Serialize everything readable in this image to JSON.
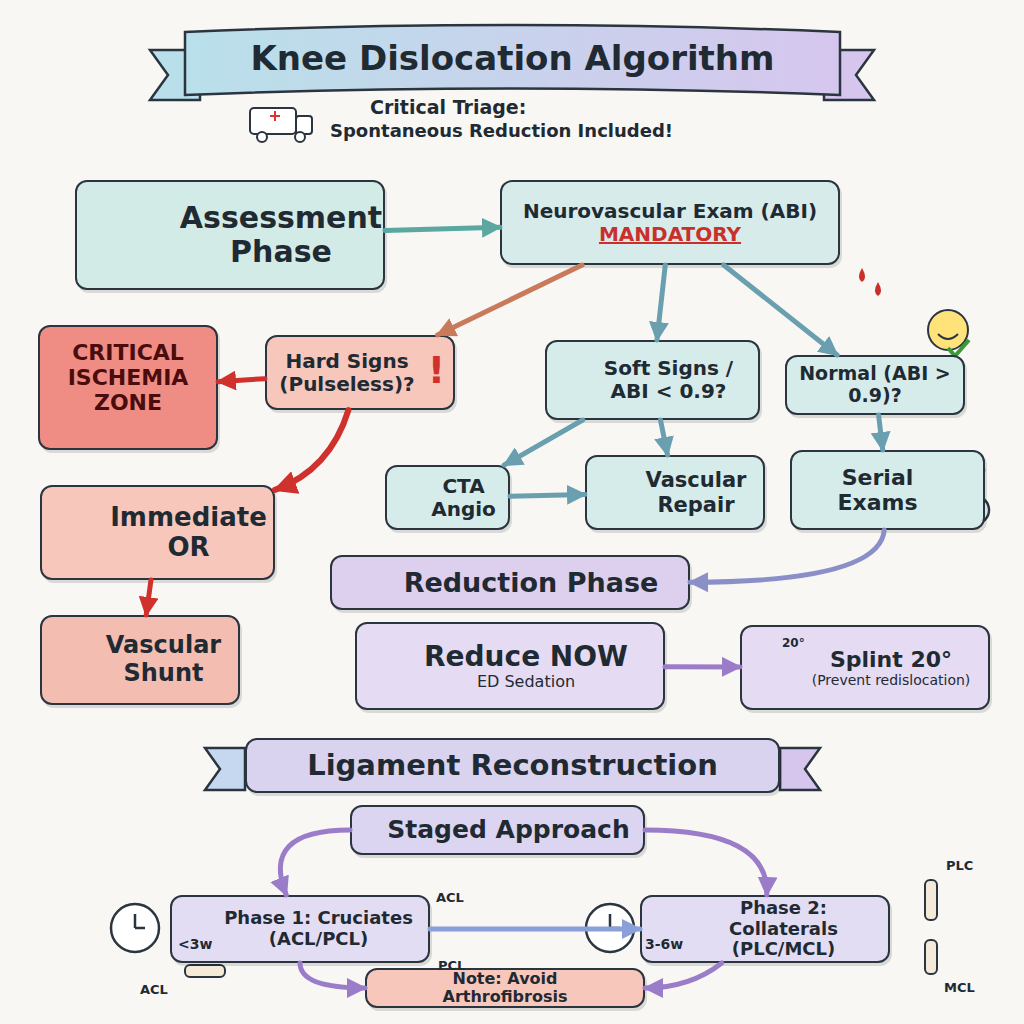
{
  "diagram": {
    "title": "Knee Dislocation Algorithm",
    "nodes": [
      {
        "text": [
          "Assessment Phase"
        ]
      },
      {
        "text": [
          "Neurovascular Exam (ABI)",
          "MANDATORY"
        ]
      },
      {
        "text": [
          "CRITICAL ISCHEMIA ZONE"
        ]
      },
      {
        "text": [
          "Hard Signs (Pulseless)?",
          "!"
        ]
      },
      {
        "text": [
          "Soft Signs / ABI < 0.9?"
        ]
      },
      {
        "text": [
          "Normal (ABI > 0.9)?"
        ]
      },
      {
        "text": [
          "CTA Angio"
        ]
      },
      {
        "text": [
          "Vascular Repair"
        ]
      },
      {
        "text": [
          "Serial Exams"
        ]
      },
      {
        "text": [
          "Immediate OR"
        ]
      },
      {
        "text": [
          "Vascular Shunt"
        ]
      },
      {
        "text": [
          "Reduction Phase"
        ]
      },
      {
        "text": [
          "Reduce NOW",
          "ED Sedation"
        ]
      },
      {
        "text": [
          "Splint 20°",
          "(Prevent redislocation)"
        ]
      },
      {
        "text": [
          "Ligament Reconstruction"
        ]
      },
      {
        "text": [
          "Staged Approach"
        ]
      },
      {
        "text": [
          "Phase 1: Cruciates (ACL/PCL)"
        ]
      },
      {
        "text": [
          "Phase 2: Collaterals (PLC/MCL)"
        ]
      },
      {
        "text": [
          "Note: Avoid Arthrofibrosis"
        ]
      }
    ],
    "edges": [
      {
        "from": 0,
        "to": 1,
        "arrow": "to"
      },
      {
        "from": 1,
        "to": 3,
        "arrow": "to"
      },
      {
        "from": 1,
        "to": 4,
        "arrow": "to"
      },
      {
        "from": 1,
        "to": 5,
        "arrow": "to"
      },
      {
        "from": 3,
        "to": 2,
        "arrow": "to"
      },
      {
        "from": 3,
        "to": 9,
        "arrow": "to"
      },
      {
        "from": 4,
        "to": 6,
        "arrow": "to"
      },
      {
        "from": 4,
        "to": 7,
        "arrow": "to"
      },
      {
        "from": 6,
        "to": 7,
        "arrow": "to"
      },
      {
        "from": 5,
        "to": 8,
        "arrow": "to"
      },
      {
        "from": 8,
        "to": 11,
        "arrow": "to"
      },
      {
        "from": 9,
        "to": 10,
        "arrow": "to"
      },
      {
        "from": 12,
        "to": 13,
        "arrow": "to"
      },
      {
        "from": 15,
        "to": 16,
        "arrow": "to"
      },
      {
        "from": 15,
        "to": 17,
        "arrow": "to"
      },
      {
        "from": 16,
        "to": 17,
        "arrow": "to"
      },
      {
        "from": 16,
        "to": 18,
        "arrow": "to"
      },
      {
        "from": 17,
        "to": 18,
        "arrow": "to"
      }
    ],
    "labels": [
      "Critical Triage:",
      "Spontaneous Reduction Included!",
      "20°",
      "ACL",
      "PCL",
      "<3w",
      "ACL",
      "3-6w",
      "PLC",
      "MCL"
    ]
  }
}
